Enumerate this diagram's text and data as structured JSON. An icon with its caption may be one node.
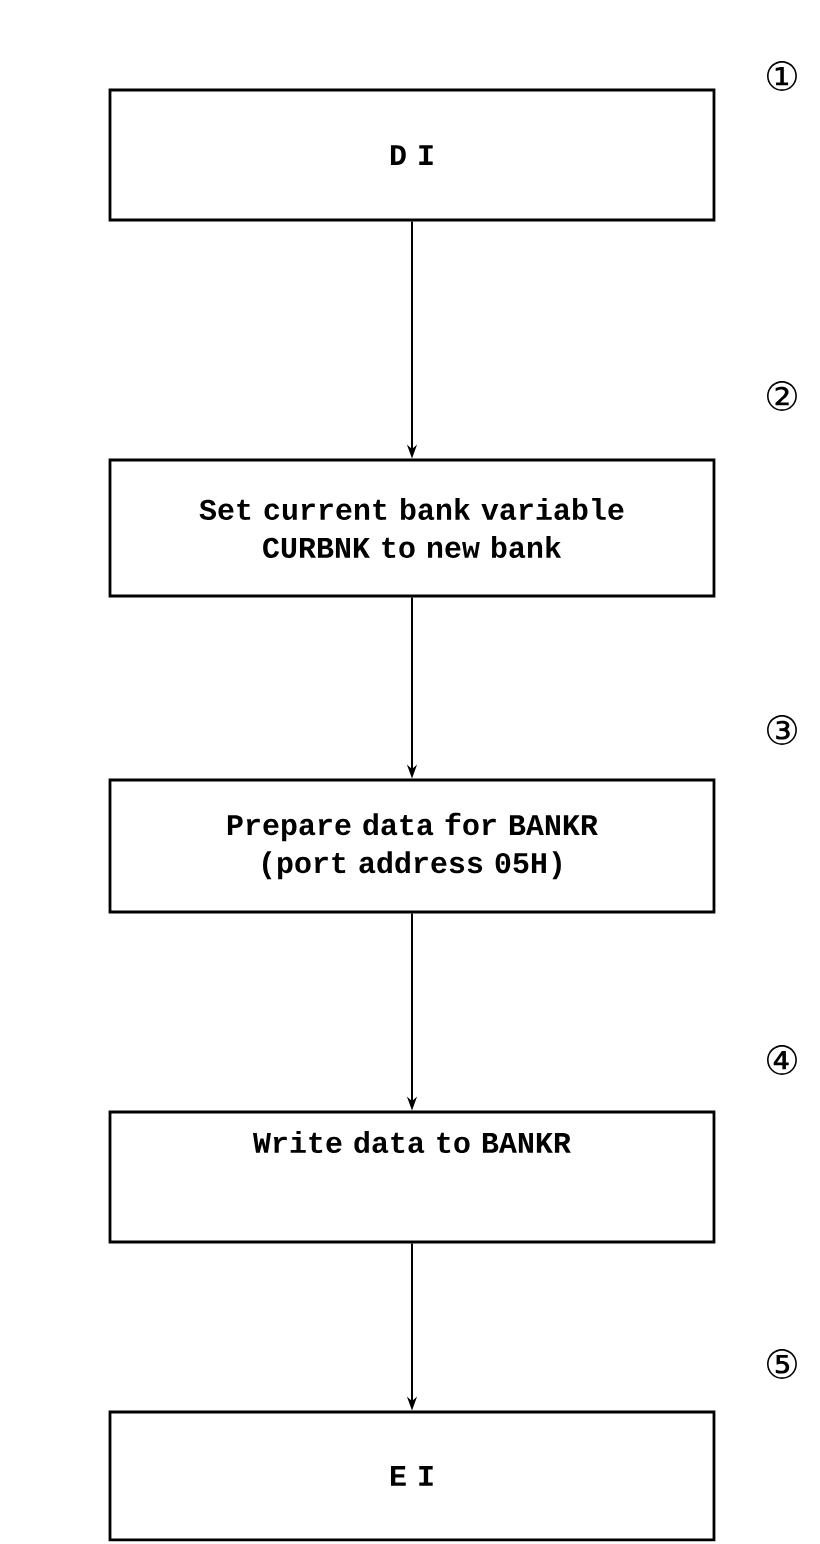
{
  "diagram": {
    "nodes": [
      {
        "text": [
          "D I"
        ],
        "beside": [
          "①"
        ]
      },
      {
        "text": [
          "Set current bank variable CURBNK to new bank"
        ],
        "beside": [
          "②"
        ]
      },
      {
        "text": [
          "Prepare data for BANKR (port address 05H)"
        ],
        "beside": [
          "③"
        ]
      },
      {
        "text": [
          "Write data to BANKR"
        ],
        "beside": [
          "④"
        ]
      },
      {
        "text": [
          "E I"
        ],
        "beside": [
          "⑤"
        ]
      }
    ],
    "edges": [
      {
        "from": 0,
        "to": 1,
        "arrow": "to"
      },
      {
        "from": 1,
        "to": 2,
        "arrow": "to"
      },
      {
        "from": 2,
        "to": 3,
        "arrow": "to"
      },
      {
        "from": 3,
        "to": 4,
        "arrow": "to"
      }
    ]
  }
}
